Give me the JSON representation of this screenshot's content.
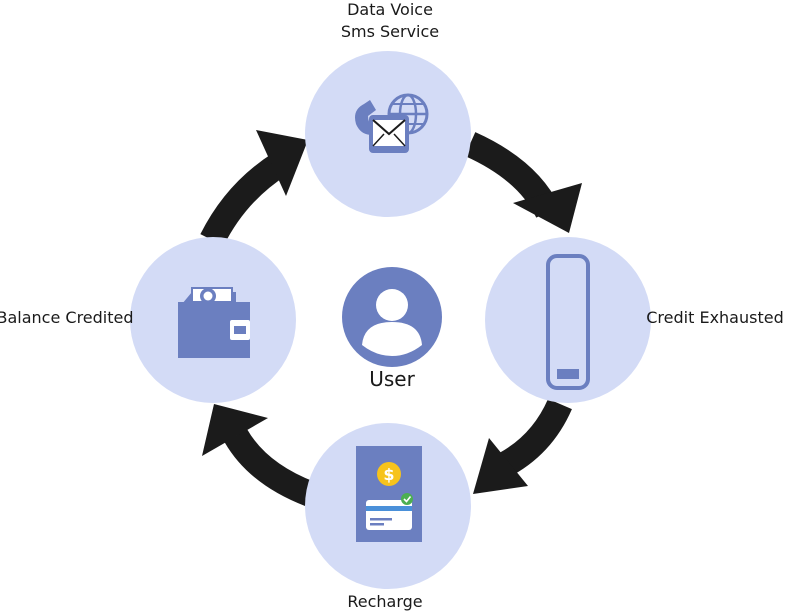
{
  "nodes": {
    "top": {
      "label_line1": "Data Voice",
      "label_line2": "Sms Service",
      "icon": "phone-globe-mail-icon"
    },
    "right": {
      "label": "Credit Exhausted",
      "icon": "empty-battery-icon"
    },
    "bottom": {
      "label": "Recharge",
      "icon": "recharge-card-icon"
    },
    "left": {
      "label": "Balance Credited",
      "icon": "wallet-icon"
    }
  },
  "center": {
    "label": "User",
    "icon": "user-avatar-icon"
  },
  "colors": {
    "node_fill": "#d3dbf6",
    "icon_main": "#6b7fc0",
    "icon_light": "#ffffff",
    "arrow": "#1b1b1b",
    "coin": "#f6c31c",
    "check": "#4caf50",
    "card_stripe": "#4a90d9"
  }
}
